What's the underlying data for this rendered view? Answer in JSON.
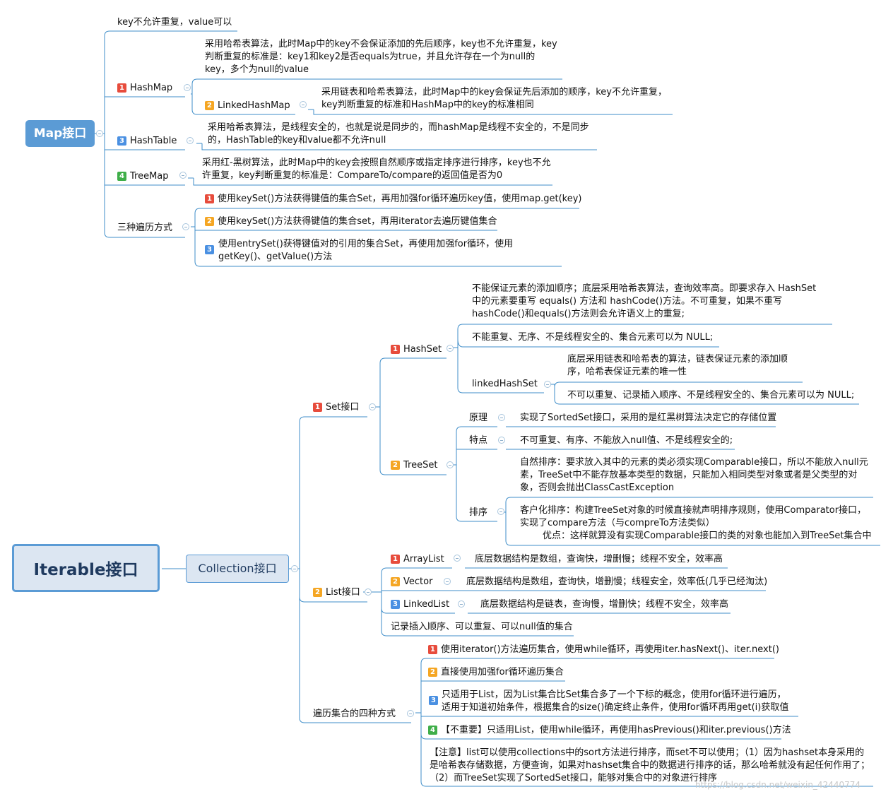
{
  "map_interface": {
    "title": "Map接口",
    "key_rule": "key不允许重复，value可以",
    "hashmap": {
      "label": "HashMap",
      "desc": "采用哈希表算法，此时Map中的key不会保证添加的先后顺序，key也不允许重复，key判断重复的标准是：key1和key2是否equals为true，并且允许存在一个为null的key，多个为null的value",
      "linked": {
        "label": "LinkedHashMap",
        "desc": "采用链表和哈希表算法，此时Map中的key会保证先后添加的顺序，key不允许重复，key判断重复的标准和HashMap中的key的标准相同"
      }
    },
    "hashtable": {
      "label": "HashTable",
      "desc": "采用哈希表算法，是线程安全的，也就是说是同步的，而hashMap是线程不安全的，不是同步的，HashTable的key和value都不允许null"
    },
    "treemap": {
      "label": "TreeMap",
      "desc": "采用红-黑树算法，此时Map中的key会按照自然顺序或指定排序进行排序，key也不允许重复，key判断重复的标准是：CompareTo/compare的返回值是否为0"
    },
    "traversal": {
      "label": "三种遍历方式",
      "items": [
        "使用keySet()方法获得键值的集合Set，再用加强for循环遍历key值，使用map.get(key)",
        "使用keySet()方法获得键值的集合set，再用iterator去遍历键值集合",
        "使用entrySet()获得键值对的引用的集合Set，再使用加强for循环，使用getKey()、getValue()方法"
      ]
    }
  },
  "iterable": {
    "title": "Iterable接口",
    "collection": "Collection接口",
    "set": {
      "label": "Set接口",
      "hashset": {
        "label": "HashSet",
        "desc1": "不能保证元素的添加顺序；底层采用哈希表算法，查询效率高。即要求存入 HashSet 中的元素要重写 equals() 方法和 hashCode()方法。不可重复，如果不重写hashCode()和equals()方法则会允许语义上的重复;",
        "desc2": "不能重复、无序、不是线程安全的、集合元素可以为 NULL;",
        "linked": {
          "label": "linkedHashSet",
          "desc1": "底层采用链表和哈希表的算法，链表保证元素的添加顺序，哈希表保证元素的唯一性",
          "desc2": "不可以重复、记录插入顺序、不是线程安全的、集合元素可以为 NULL;"
        }
      },
      "treeset": {
        "label": "TreeSet",
        "principle_label": "原理",
        "principle": "实现了SortedSet接口，采用的是红黑树算法决定它的存储位置",
        "feature_label": "特点",
        "feature": "不可重复、有序、不能放入null值、不是线程安全的;",
        "sort_label": "排序",
        "natural": "自然排序：要求放入其中的元素的类必须实现Comparable接口，所以不能放入null元素，TreeSet中不能存放基本类型的数据，只能加入相同类型对象或者是父类型的对象，否则会抛出ClassCastException",
        "custom": "客户化排序：构建TreeSet对象的时候直接就声明排序规则，使用Comparator接口，实现了compare方法（与compreTo方法类似）",
        "custom_adv": "优点：这样就算没有实现Comparable接口的类的对象也能加入到TreeSet集合中"
      }
    },
    "list": {
      "label": "List接口",
      "arraylist": {
        "label": "ArrayList",
        "desc": "底层数据结构是数组，查询快，增删慢；线程不安全，效率高"
      },
      "vector": {
        "label": "Vector",
        "desc": "底层数据结构是数组，查询快，增删慢；线程安全，效率低(几乎已经淘汰)"
      },
      "linkedlist": {
        "label": "LinkedList",
        "desc": "底层数据结构是链表，查询慢，增删快；线程不安全，效率高"
      },
      "note": "记录插入顺序、可以重复、可以null值的集合"
    },
    "traversal": {
      "label": "遍历集合的四种方式",
      "items": [
        "使用iterator()方法遍历集合，使用while循环，再使用iter.hasNext()、iter.next()",
        "直接使用加强for循环遍历集合",
        "只适用于List，因为List集合比Set集合多了一个下标的概念，使用for循环进行遍历，适用于知道初始条件，根据集合的size()确定终止条件，使用for循环再用get(i)获取值",
        "【不重要】只适用List，使用while循环，再使用hasPrevious()和iter.previous()方法"
      ],
      "note": "【注意】list可以使用collections中的sort方法进行排序，而set不可以使用；（1）因为hashset本身采用的是哈希表存储数据，方便查询，如果对hashset集合中的数据进行排序的话，那么哈希就没有起任何作用了；（2）而TreeSet实现了SortedSet接口，能够对集合中的对象进行排序"
    }
  },
  "badges": {
    "1": "1",
    "2": "2",
    "3": "3",
    "4": "4"
  },
  "colors": {
    "line": "#3f8ec9",
    "map_root": "#5b9bd5",
    "iter_root_fill": "#dce6f2"
  },
  "watermark": "https://blog.csdn.net/weixin_42440774"
}
